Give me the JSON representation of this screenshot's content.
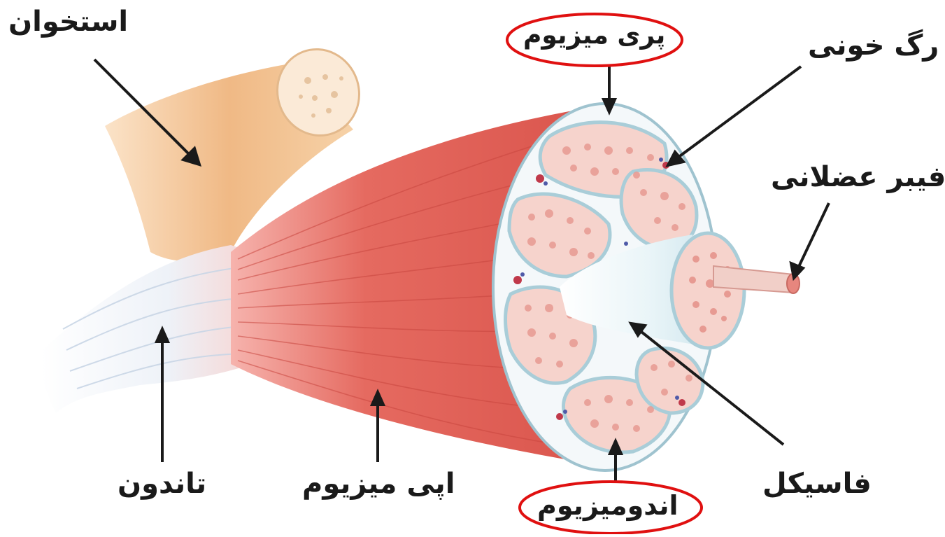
{
  "labels": {
    "bone": "استخوان",
    "perimysium": "پری میزیوم",
    "blood_vessel": "رگ خونی",
    "muscle_fiber": "فیبر عضلانی",
    "tendon": "تاندون",
    "epimysium": "اپی میزیوم",
    "fascicle": "فاسیکل",
    "endomysium": "اندومیزیوم"
  },
  "highlighted_labels": [
    "perimysium",
    "endomysium"
  ],
  "colors": {
    "muscle": "#e0675f",
    "muscle_light": "#f3a39c",
    "bone": "#f2c28f",
    "tendon": "#eef1f6",
    "fascicle_bg": "#f7d8d2",
    "membrane": "#cfe3ea",
    "highlight": "#e01010",
    "arrow": "#1a1a1a"
  }
}
